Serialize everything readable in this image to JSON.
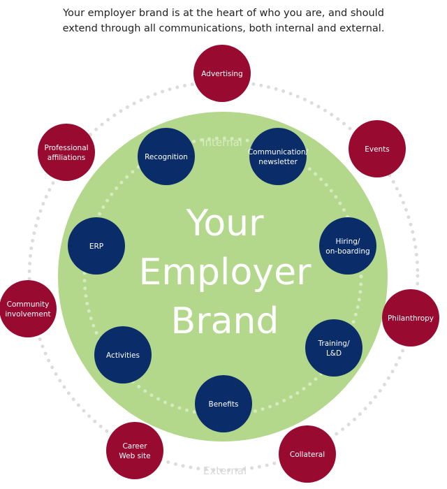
{
  "intro": {
    "line1": "Your employer brand is at the heart of who you are, and should",
    "line2": "extend through all communications, both internal and external."
  },
  "colors": {
    "green": "#b3d88c",
    "navy": "#0a2d6a",
    "crimson": "#980a30",
    "dots": "#dcdcdc"
  },
  "center": {
    "line1": "Your",
    "line2": "Employer",
    "line3": "Brand"
  },
  "rings": {
    "internal": "Internal",
    "external": "External"
  },
  "internal_items": [
    {
      "lines": [
        "Recognition"
      ]
    },
    {
      "lines": [
        "Communication/",
        "newsletter"
      ]
    },
    {
      "lines": [
        "Hiring/",
        "on-boarding"
      ]
    },
    {
      "lines": [
        "Training/",
        "L&D"
      ]
    },
    {
      "lines": [
        "Benefits"
      ]
    },
    {
      "lines": [
        "Activities"
      ]
    },
    {
      "lines": [
        "ERP"
      ]
    }
  ],
  "external_items": [
    {
      "lines": [
        "Advertising"
      ]
    },
    {
      "lines": [
        "Events"
      ]
    },
    {
      "lines": [
        "Philanthropy"
      ]
    },
    {
      "lines": [
        "Collateral"
      ]
    },
    {
      "lines": [
        "Career",
        "Web site"
      ]
    },
    {
      "lines": [
        "Community",
        "involvement"
      ]
    },
    {
      "lines": [
        "Professional",
        "affiliations"
      ]
    }
  ]
}
